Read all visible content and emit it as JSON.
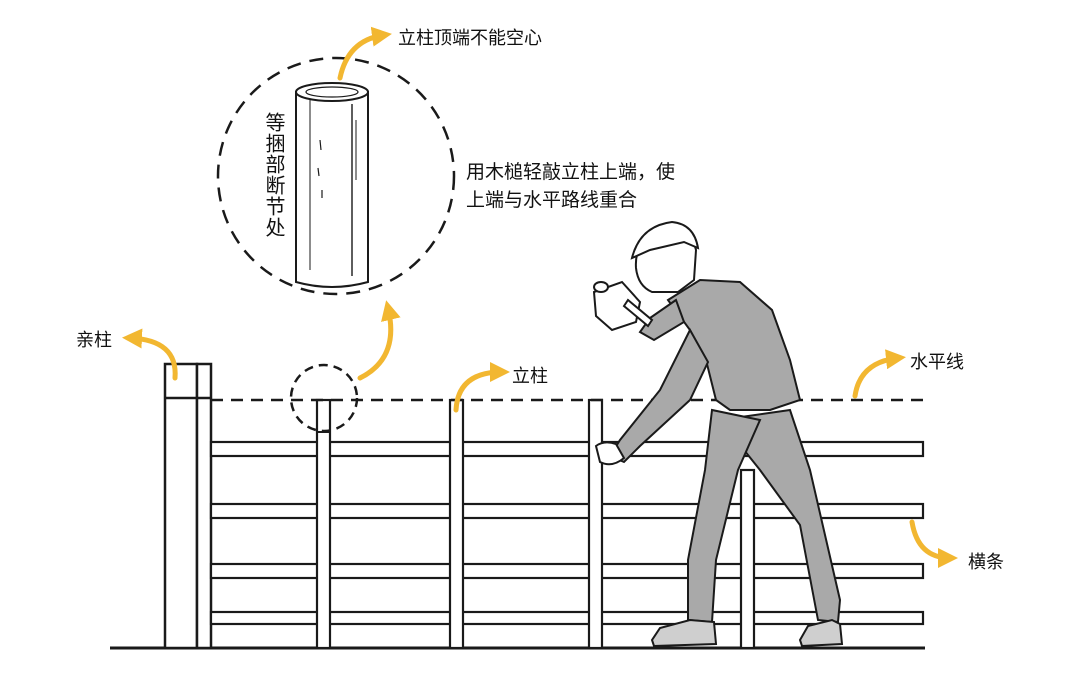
{
  "labels": {
    "post_top_not_hollow": "立柱顶端不能空心",
    "equal_bundle_joint": "等捆部断节处",
    "instruction_line1": "用木槌轻敲立柱上端，使",
    "instruction_line2": "上端与水平路线重合",
    "end_post": "亲柱",
    "post": "立柱",
    "horizontal_line": "水平线",
    "rail": "横条"
  },
  "colors": {
    "arrow": "#f2b731",
    "line": "#1a1a1a",
    "worker_fill": "#a9a9a9",
    "background": "#ffffff"
  },
  "icons": [
    "callout-arrow-icon",
    "mallet-icon"
  ]
}
